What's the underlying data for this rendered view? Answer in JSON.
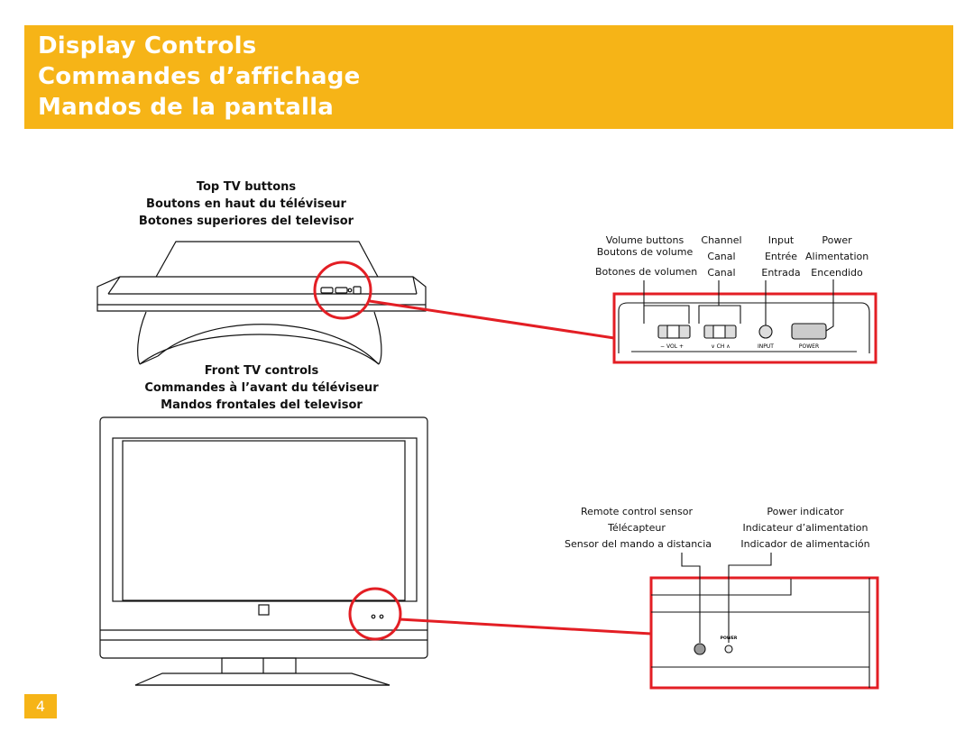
{
  "title": {
    "line1": "Display Controls",
    "line2": "Commandes d’affichage",
    "line3": "Mandos de la pantalla"
  },
  "top_section": {
    "en": "Top TV buttons",
    "fr": "Boutons en haut du téléviseur",
    "es": "Botones superiores del televisor"
  },
  "front_section": {
    "en": "Front TV controls",
    "fr": "Commandes à l’avant du téléviseur",
    "es": "Mandos frontales del televisor"
  },
  "top_labels": {
    "volume": {
      "en": "Volume buttons",
      "fr": "Boutons de volume",
      "es": "Botones de volumen"
    },
    "channel": {
      "en": "Channel",
      "fr": "Canal",
      "es": "Canal"
    },
    "input": {
      "en": "Input",
      "fr": "Entrée",
      "es": "Entrada"
    },
    "power": {
      "en": "Power",
      "fr": "Alimentation",
      "es": "Encendido"
    }
  },
  "panel_marks": {
    "vol": "−  VOL  +",
    "ch": "∨  CH  ∧",
    "input": "INPUT",
    "power": "POWER"
  },
  "front_labels": {
    "sensor": {
      "en": "Remote control sensor",
      "fr": "Télécapteur",
      "es": "Sensor del mando a distancia"
    },
    "indicator": {
      "en": "Power indicator",
      "fr": "Indicateur d’alimentation",
      "es": "Indicador de alimentación"
    }
  },
  "front_power_mark": "POWER",
  "page_number": "4",
  "colors": {
    "accent": "#f6b417",
    "callout": "#e31e24"
  }
}
